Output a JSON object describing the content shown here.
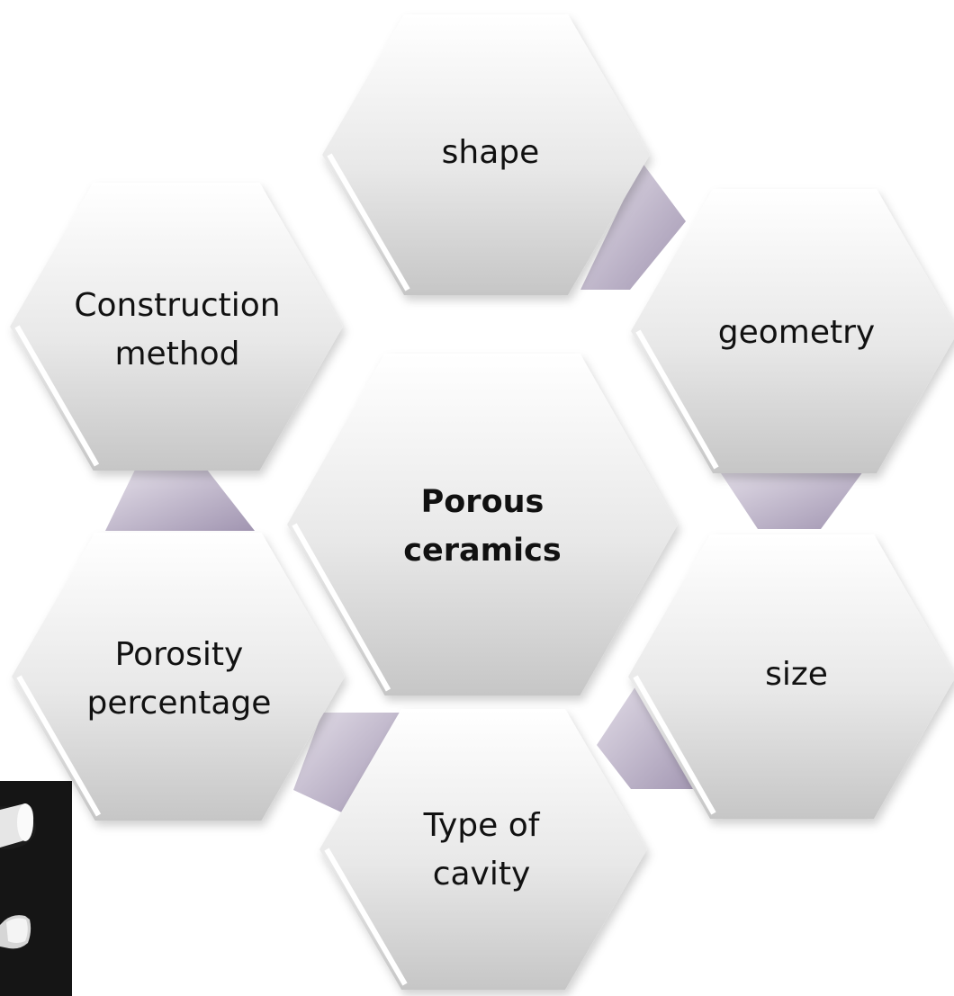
{
  "center": {
    "line1": "Porous",
    "line2": "ceramics"
  },
  "hexagons": [
    {
      "id": "shape",
      "line1": "shape",
      "line2": ""
    },
    {
      "id": "construction",
      "line1": "Construction",
      "line2": "method"
    },
    {
      "id": "geometry",
      "line1": "geometry",
      "line2": ""
    },
    {
      "id": "porosity",
      "line1": "Porosity",
      "line2": "percentage"
    },
    {
      "id": "size",
      "line1": "size",
      "line2": ""
    },
    {
      "id": "cavity",
      "line1": "Type of",
      "line2": "cavity"
    }
  ],
  "colors": {
    "hex_light": "#ffffff",
    "hex_dark": "#c9c9c9",
    "connector_light": "#ddd8e4",
    "connector_dark": "#a79cb5",
    "photo_bg": "#141414",
    "photo_object": "#f2f2f2"
  }
}
